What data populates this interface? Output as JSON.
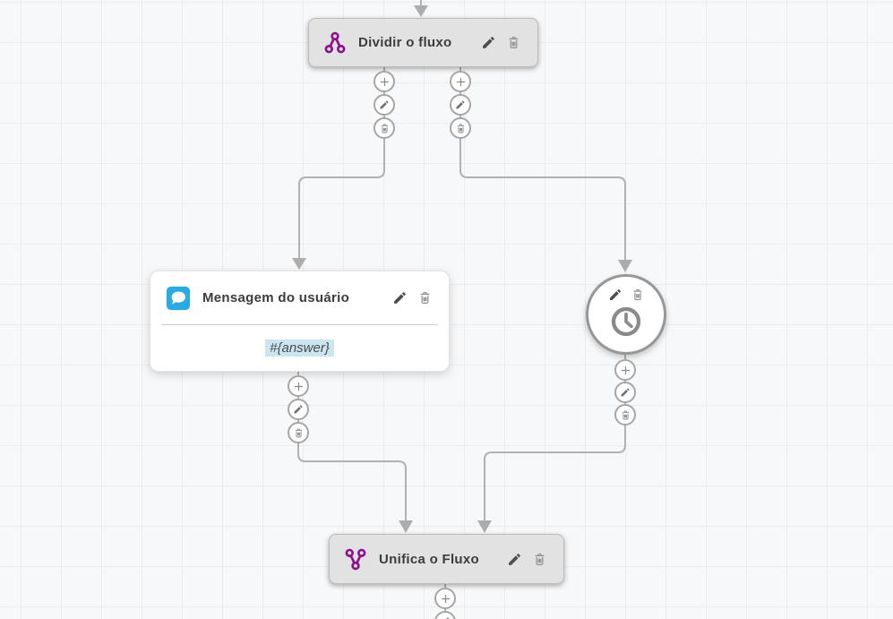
{
  "canvas": {
    "background_color": "#f7f8f9",
    "grid_line_color": "#e9ecf3",
    "connector_color": "#b1b1b1"
  },
  "nodes": {
    "split": {
      "title": "Dividir o fluxo",
      "icon": "split-flow-icon",
      "icon_color": "#8e0f8e"
    },
    "message": {
      "title": "Mensagem do usuário",
      "body_value": "#{answer}",
      "icon": "chat-bubble-icon",
      "icon_bg_color": "#29abe2",
      "highlight_color": "#cbe5f1"
    },
    "timer": {
      "icon": "clock-icon"
    },
    "merge": {
      "title": "Unifica o Fluxo",
      "icon": "merge-flow-icon",
      "icon_color": "#8e0f8e"
    }
  },
  "port_buttons": {
    "icons": [
      "plus-icon",
      "pencil-icon",
      "trash-icon"
    ]
  }
}
